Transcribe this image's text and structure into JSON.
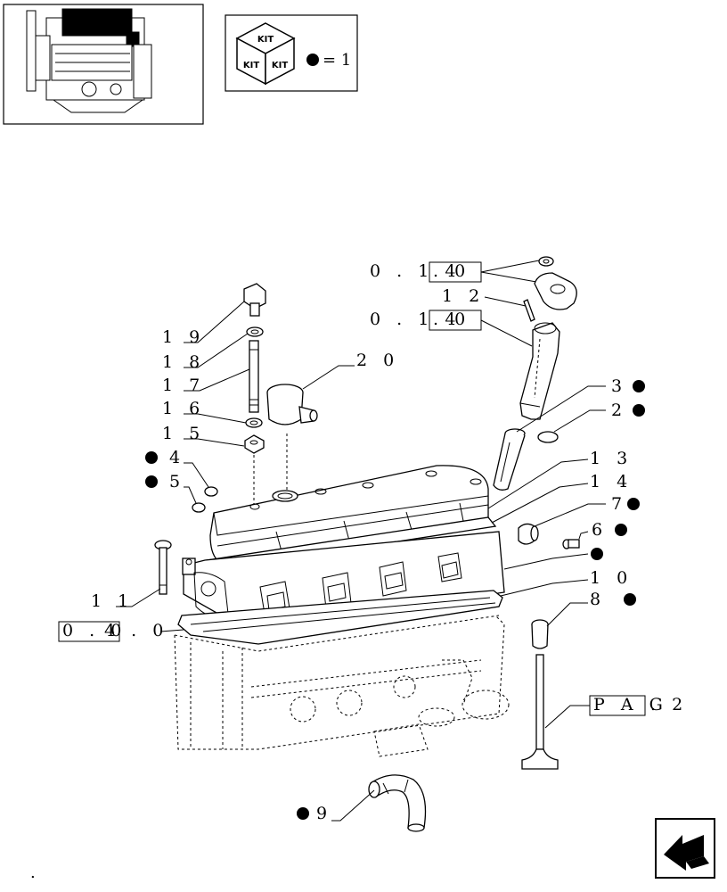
{
  "legend": {
    "kit_word": "KIT",
    "equals_text": "= 1"
  },
  "callouts": {
    "c19": "1 9",
    "c18": "1 8",
    "c17": "1 7",
    "c16": "1 6",
    "c15": "1 5",
    "c4": "4",
    "c5": "5",
    "c11": "1 1",
    "c20": "2 0",
    "c3": "3",
    "c2": "2",
    "c13": "1 3",
    "c14": "1 4",
    "c7": "7",
    "c6": "6",
    "c10": "1 0",
    "c8": "8",
    "c12": "1 2",
    "c9": "9"
  },
  "references": {
    "ref_top_prefix": "0 . 1 4",
    "ref_top_box": ". 0",
    "ref_mid_prefix": "0 . 1 4",
    "ref_mid_box": ". 0",
    "ref_left_box": "0 . 0",
    "ref_left_suffix": "4 . 0",
    "ref_pag_box": "P A G",
    "ref_pag_suffix": ". 2"
  },
  "footer": {
    "dot_mark": "."
  },
  "icons": {
    "thumbnail": "engine-thumbnail-icon",
    "kit": "kit-cube-icon",
    "nav": "back-arrow-icon"
  }
}
